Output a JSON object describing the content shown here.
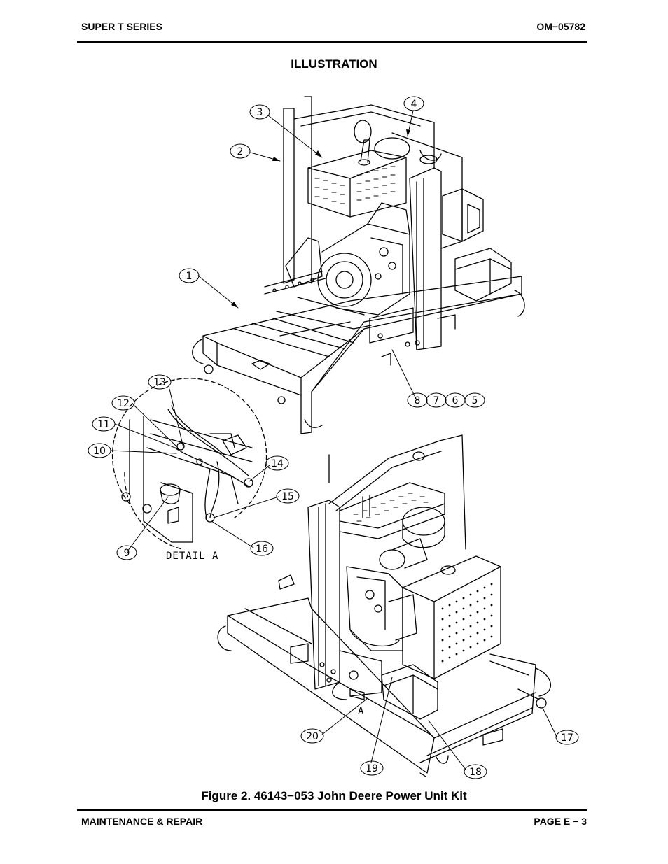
{
  "header": {
    "left": "SUPER T SERIES",
    "right": "OM−05782"
  },
  "section_title": "ILLUSTRATION",
  "figure": {
    "caption": "Figure 2.  46143−053 John Deere Power Unit Kit",
    "detail_label": "DETAIL A",
    "view_marker": "A",
    "callouts": [
      "1",
      "2",
      "3",
      "4",
      "5",
      "6",
      "7",
      "8",
      "9",
      "10",
      "11",
      "12",
      "13",
      "14",
      "15",
      "16",
      "17",
      "18",
      "19",
      "20"
    ]
  },
  "footer": {
    "left": "MAINTENANCE & REPAIR",
    "right": "PAGE E − 3"
  }
}
